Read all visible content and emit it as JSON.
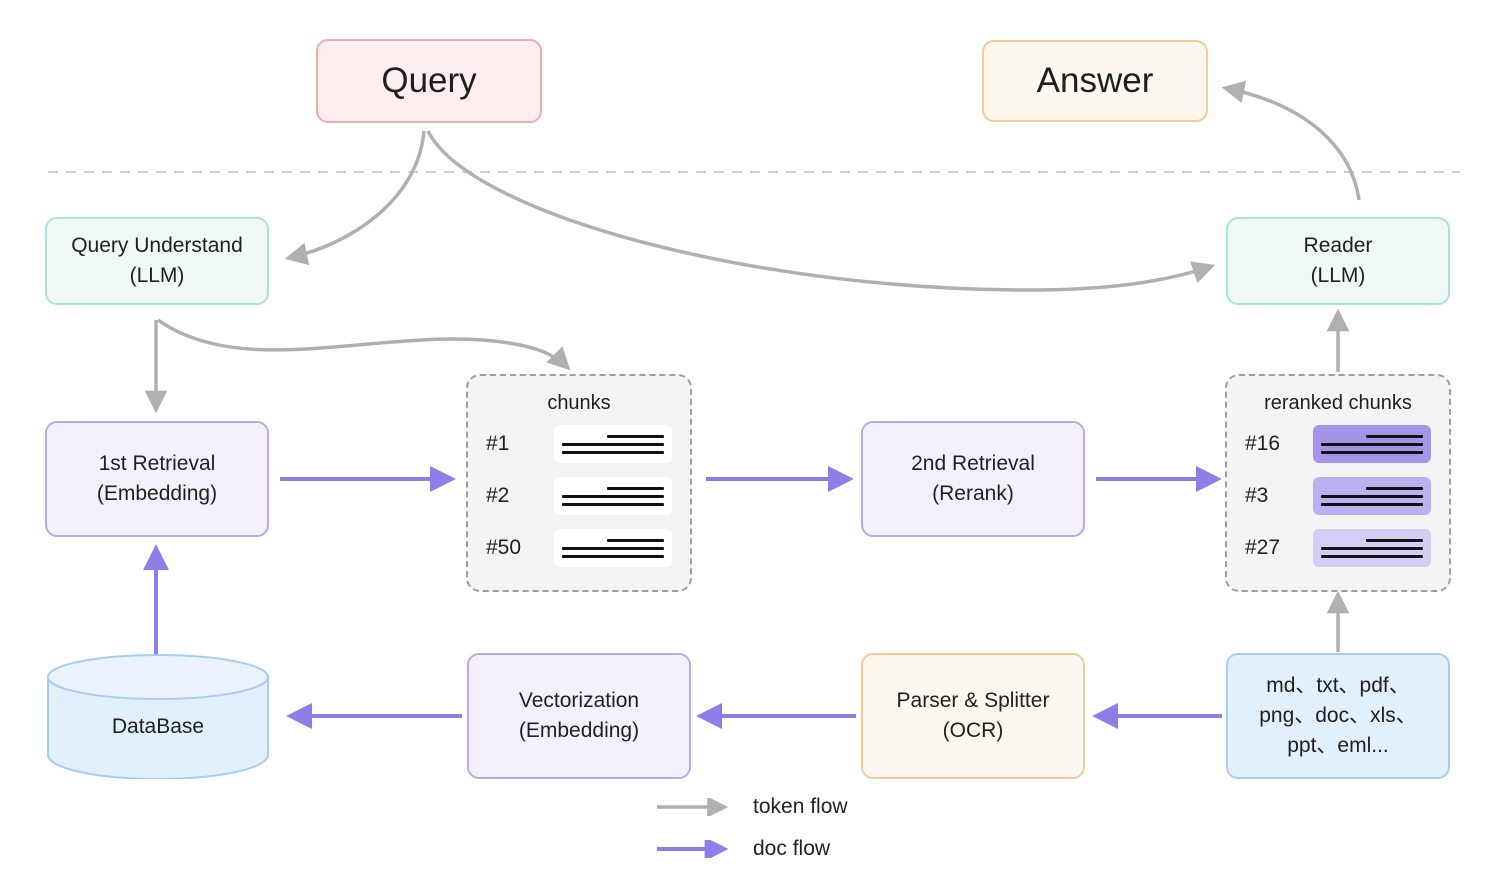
{
  "title": "RAG pipeline diagram",
  "colors": {
    "token_flow": "#b0b0b0",
    "doc_flow": "#8b7fe8",
    "divider": "#cfcfcf",
    "chunk_box_bg": "#f4f4f4",
    "chunk_box_border": "#9e9e9e",
    "query_bg": "#fdeef0",
    "query_border": "#f4a8b0",
    "answer_bg": "#fdf8ef",
    "answer_border": "#f2cb96",
    "llm_bg": "#effaf7",
    "llm_border": "#a9e2de",
    "purple_bg": "#f4f1fd",
    "purple_border": "#b5aaee",
    "blue_bg": "#e2effc",
    "blue_border": "#a9cdf2",
    "rerank_card_1": "#a394ea",
    "rerank_card_2": "#bdb0f0",
    "rerank_card_3": "#d5cdf6"
  },
  "nodes": {
    "query": "Query",
    "answer": "Answer",
    "query_understand": "Query Understand\n(LLM)",
    "reader": "Reader\n(LLM)",
    "first_retrieval": "1st Retrieval\n(Embedding)",
    "second_retrieval": "2nd Retrieval\n(Rerank)",
    "database": "DataBase",
    "vectorization": "Vectorization\n(Embedding)",
    "parser_splitter": "Parser & Splitter\n(OCR)",
    "file_types": "md、txt、pdf、\npng、doc、xls、\nppt、eml..."
  },
  "chunks": {
    "title": "chunks",
    "items": [
      {
        "id": "#1"
      },
      {
        "id": "#2"
      },
      {
        "id": "#50"
      }
    ]
  },
  "reranked_chunks": {
    "title": "reranked chunks",
    "items": [
      {
        "id": "#16",
        "color": "#a394ea"
      },
      {
        "id": "#3",
        "color": "#bdb0f0"
      },
      {
        "id": "#27",
        "color": "#d5cdf6"
      }
    ]
  },
  "legend": [
    {
      "label": "token flow",
      "color": "#b0b0b0"
    },
    {
      "label": "doc flow",
      "color": "#8b7fe8"
    }
  ]
}
